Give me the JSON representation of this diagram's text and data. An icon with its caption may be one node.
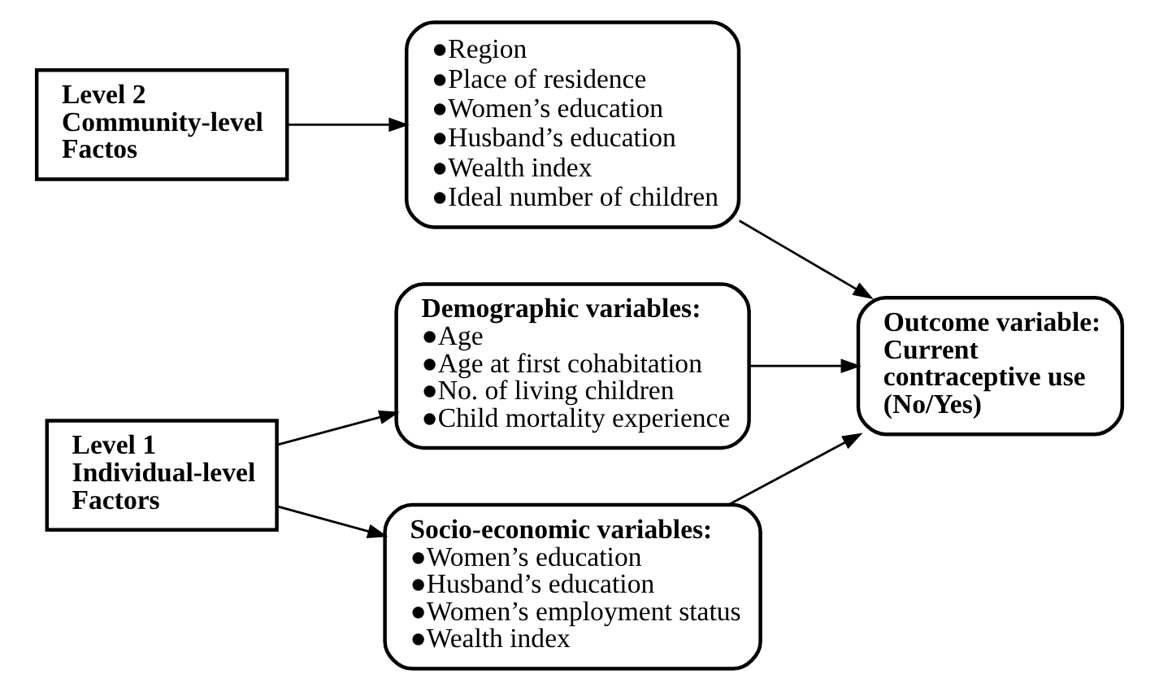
{
  "diagram": {
    "nodes": [
      {
        "text": [
          "Level 2 Community-level Factos"
        ]
      },
      {
        "text": [
          "●Region",
          "●Place of residence",
          "●Women’s education",
          "●Husband’s education",
          "●Wealth index",
          "●Ideal number of children"
        ]
      },
      {
        "text": [
          "Level 1 Individual-level Factors"
        ]
      },
      {
        "text": [
          "Demographic variables:",
          "●Age",
          "●Age at first cohabitation",
          "●No. of living children",
          "●Child mortality experience"
        ]
      },
      {
        "text": [
          "Socio-economic variables:",
          "●Women’s education",
          "●Husband’s education",
          "●Women’s employment status",
          "●Wealth index"
        ]
      },
      {
        "text": [
          "Outcome variable:",
          "Current contraceptive use (No/Yes)"
        ]
      }
    ],
    "edges": [
      {
        "from": 0,
        "to": 1,
        "arrow": "to"
      },
      {
        "from": 1,
        "to": 5,
        "arrow": "to"
      },
      {
        "from": 2,
        "to": 3,
        "arrow": "to"
      },
      {
        "from": 2,
        "to": 4,
        "arrow": "to"
      },
      {
        "from": 3,
        "to": 5,
        "arrow": "to"
      },
      {
        "from": 4,
        "to": 5,
        "arrow": "to"
      }
    ]
  }
}
